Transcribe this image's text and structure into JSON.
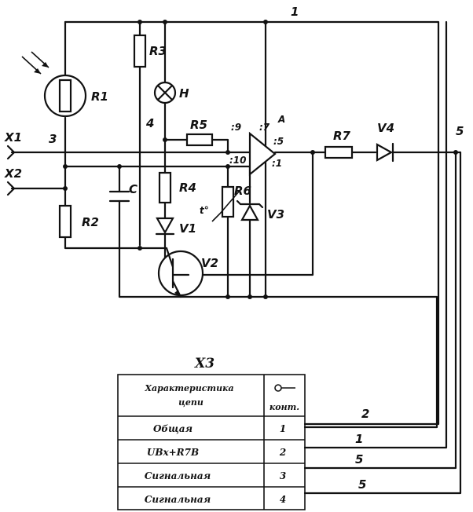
{
  "labels": {
    "wire1": "1",
    "node3": "3",
    "node4": "4",
    "node5": "5",
    "x1": "X1",
    "x2": "X2",
    "r1": "R1",
    "r2": "R2",
    "r3": "R3",
    "r4": "R4",
    "r5": "R5",
    "r6": "R6",
    "r7": "R7",
    "c": "C",
    "h": "H",
    "v1": "V1",
    "v2": "V2",
    "v3": "V3",
    "v4": "V4",
    "a": "A",
    "t": "t°",
    "pin9": ":9",
    "pin7": ":7",
    "pin5": ":5",
    "pin10": ":10",
    "pin1": ":1"
  },
  "connector_table": {
    "title": "X3",
    "header_circuit": "Характеристика цепи",
    "header_contact": "конт.",
    "rows": [
      {
        "name": "Общая",
        "contact": "1",
        "wire": "2"
      },
      {
        "name": "UВх+R7В",
        "contact": "2",
        "wire": "1"
      },
      {
        "name": "Сигнальная",
        "contact": "3",
        "wire": "5"
      },
      {
        "name": "Сигнальная",
        "contact": "4",
        "wire": "5"
      }
    ]
  }
}
